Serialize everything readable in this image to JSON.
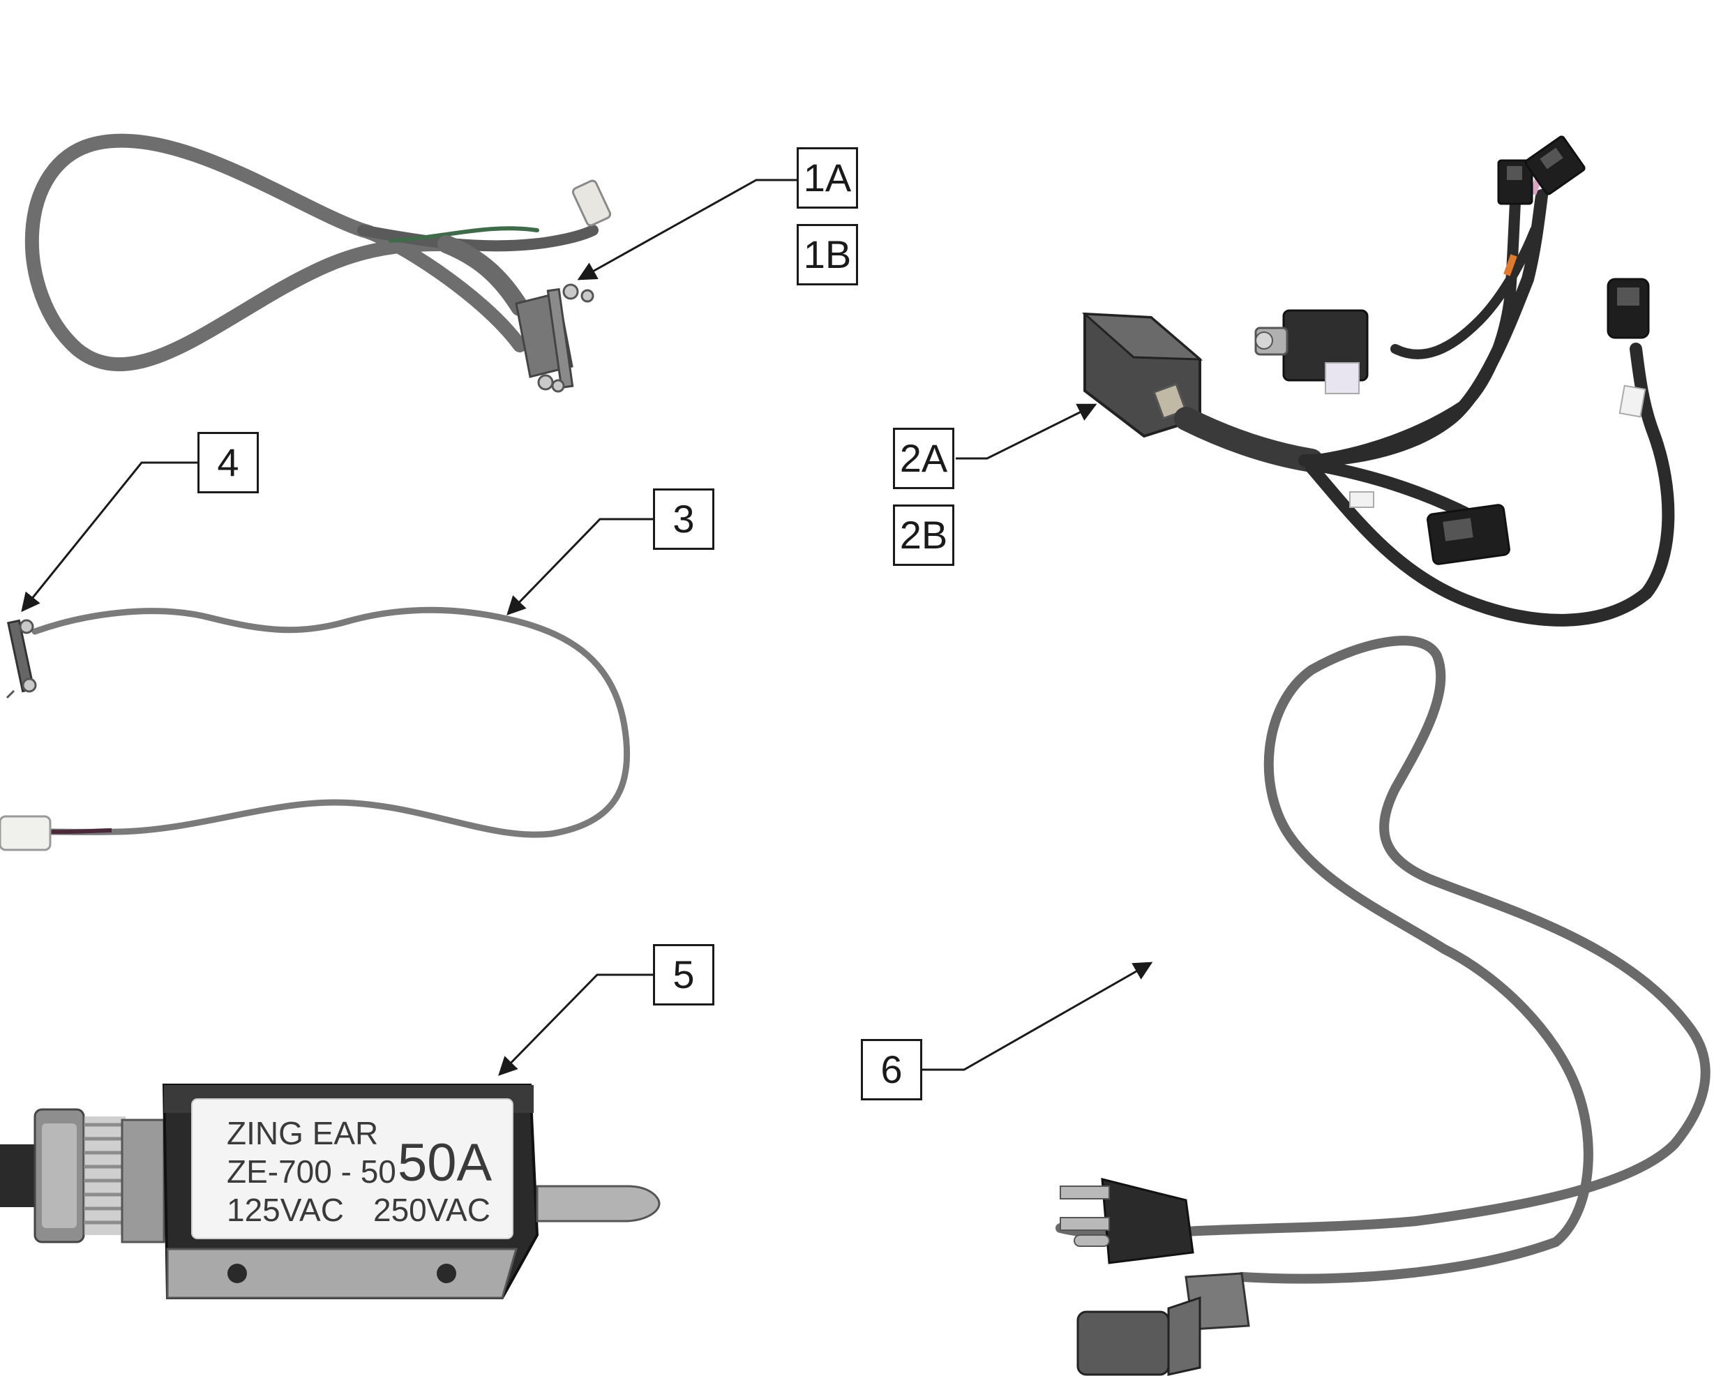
{
  "callouts": {
    "c1a": "1A",
    "c1b": "1B",
    "c2a": "2A",
    "c2b": "2B",
    "c3": "3",
    "c4": "4",
    "c5": "5",
    "c6": "6"
  },
  "breaker_label": {
    "brand": "ZING  EAR",
    "model": "ZE-700 - 50",
    "rating": "50A",
    "volt_left": "125VAC",
    "volt_right": "250VAC"
  },
  "colors": {
    "cable_gray": "#6e6e6e",
    "cable_dark": "#2b2b2b",
    "leader": "#1a1a1a",
    "metal": "#b9b9b9",
    "breaker_body": "#2a2a2a"
  }
}
